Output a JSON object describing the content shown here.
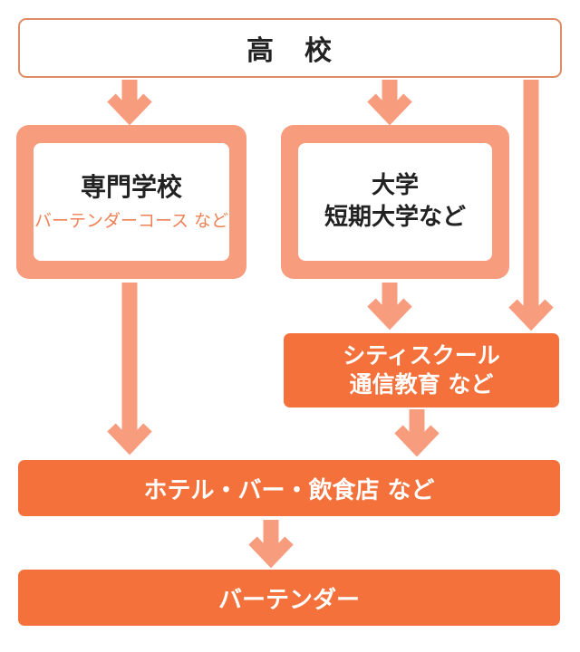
{
  "colors": {
    "solid_box_orange": "#F4713C",
    "arrow_salmon": "#F79C7D",
    "top_box_outline": "#DD8C66",
    "course_subtitle_orange": "#EE8155",
    "text_black": "#222222",
    "box_text_white": "#FFFFFF",
    "background": "#FFFFFF"
  },
  "nodes": {
    "high_school": {
      "label": "高　校"
    },
    "vocational": {
      "title": "専門学校",
      "subtitle": "バーテンダーコース など"
    },
    "university": {
      "line1": "大学",
      "line2": "短期大学など"
    },
    "city_school": {
      "line1": "シティスクール",
      "line2": "通信教育 など"
    },
    "workplace": {
      "label": "ホテル・バー・飲食店 など"
    },
    "bartender": {
      "label": "バーテンダー"
    }
  }
}
